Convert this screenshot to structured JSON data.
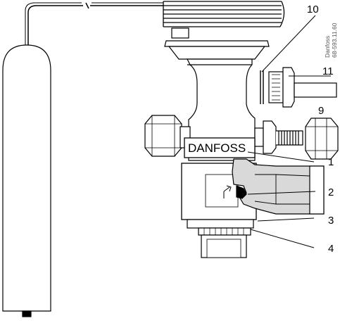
{
  "brand_text": "DANFOSS",
  "side_text": {
    "line1": "Danfoss",
    "line2": "68-593.11.60"
  },
  "callouts": [
    {
      "id": "callout-10",
      "text": "10"
    },
    {
      "id": "callout-11",
      "text": "11"
    },
    {
      "id": "callout-9",
      "text": "9"
    },
    {
      "id": "callout-1",
      "text": "1"
    },
    {
      "id": "callout-2",
      "text": "2"
    },
    {
      "id": "callout-3",
      "text": "3"
    },
    {
      "id": "callout-4",
      "text": "4"
    }
  ],
  "colors": {
    "line": "#000000",
    "fill": "#ffffff",
    "shade": "#d9d9d9"
  }
}
